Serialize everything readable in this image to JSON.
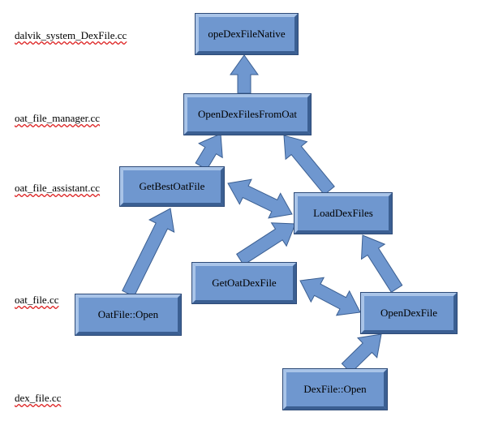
{
  "file_labels": [
    {
      "id": "dalvik",
      "text": "dalvik_system_DexFile.cc"
    },
    {
      "id": "manager",
      "text": "oat_file_manager.cc"
    },
    {
      "id": "assistant",
      "text": "oat_file_assistant.cc"
    },
    {
      "id": "oatfile",
      "text": "oat_file.cc"
    },
    {
      "id": "dexfile",
      "text": "dex_file.cc"
    }
  ],
  "nodes": [
    {
      "id": "opeDexFileNative",
      "label": "opeDexFileNative"
    },
    {
      "id": "OpenDexFilesFromOat",
      "label": "OpenDexFilesFromOat"
    },
    {
      "id": "GetBestOatFile",
      "label": "GetBestOatFile"
    },
    {
      "id": "LoadDexFiles",
      "label": "LoadDexFiles"
    },
    {
      "id": "GetOatDexFile",
      "label": "GetOatDexFile"
    },
    {
      "id": "OatFileOpen",
      "label": "OatFile::Open"
    },
    {
      "id": "OpenDexFile",
      "label": "OpenDexFile"
    },
    {
      "id": "DexFileOpen",
      "label": "DexFile::Open"
    }
  ],
  "colors": {
    "box_face": "#6f97cf",
    "box_light": "#a9c4e8",
    "box_dark": "#3b5f92",
    "box_outline": "#2e4b78",
    "arrow_fill": "#6f97cf",
    "arrow_stroke": "#3b5f92",
    "squiggle": "#dd2222"
  }
}
